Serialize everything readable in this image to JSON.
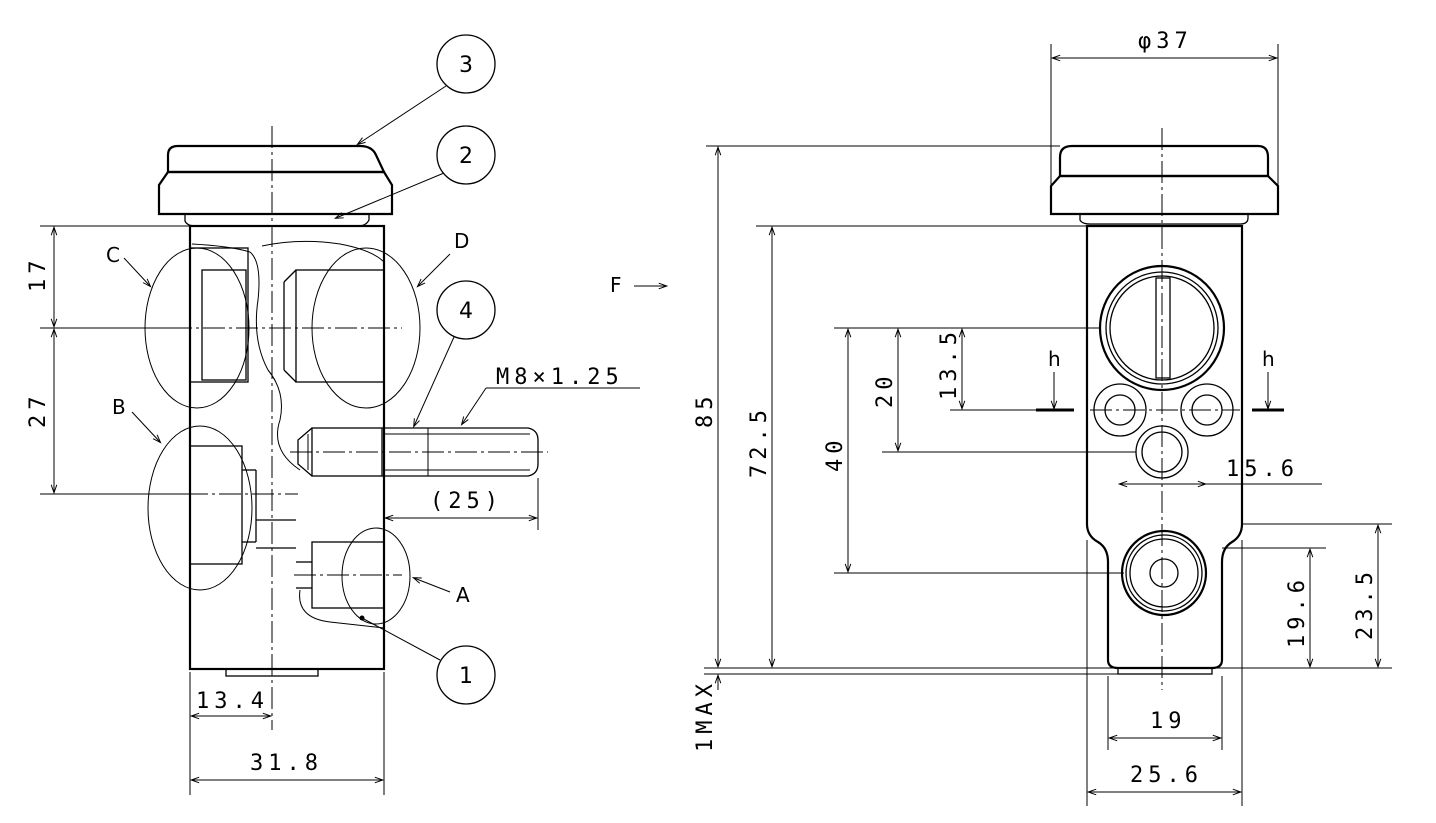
{
  "left_view": {
    "callouts": [
      "3",
      "2",
      "4",
      "1"
    ],
    "port_labels": [
      "A",
      "B",
      "C",
      "D"
    ],
    "thread": "M8×1.25",
    "dim_17": "17",
    "dim_27": "27",
    "dim_25": "(25)",
    "dim_13_4": "13.4",
    "dim_31_8": "31.8"
  },
  "right_view": {
    "view_label": "F",
    "dim_phi37": "φ37",
    "dim_85": "85",
    "dim_72_5": "72.5",
    "dim_40": "40",
    "dim_20": "20",
    "dim_13_5": "13.5",
    "dim_15_6": "15.6",
    "dim_19_6": "19.6",
    "dim_23_5": "23.5",
    "dim_19": "19",
    "dim_25_6": "25.6",
    "dim_1max": "1MAX",
    "section_marks": [
      "h",
      "h"
    ]
  }
}
